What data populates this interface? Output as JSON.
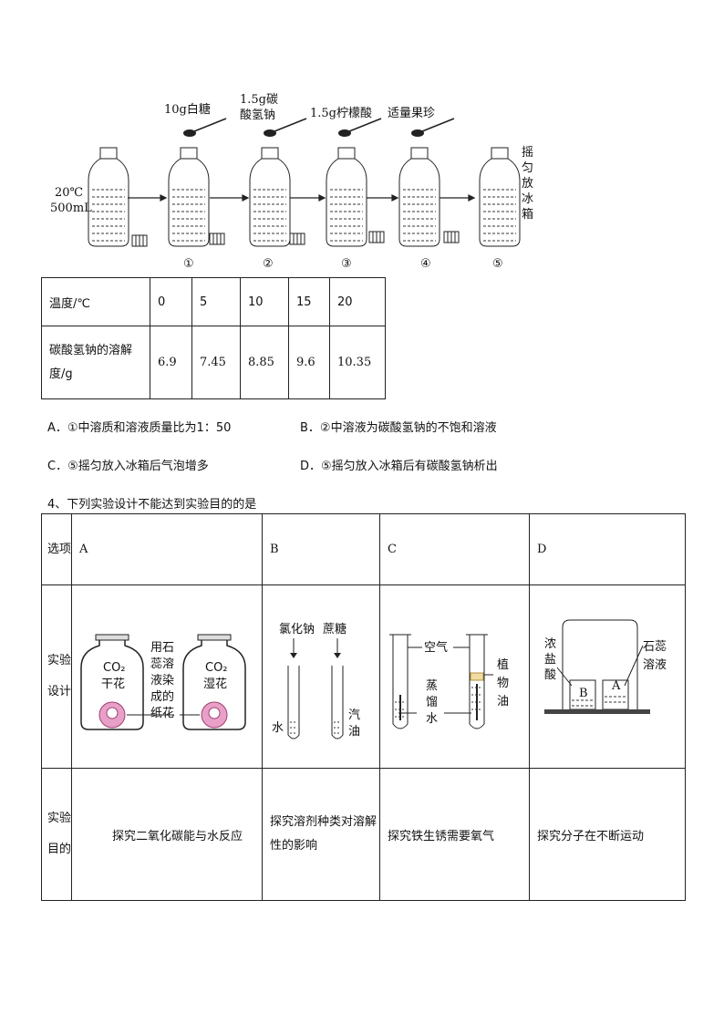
{
  "process": {
    "start_temp": "20℃",
    "start_volume": "500mL",
    "additions": [
      "10g白糖",
      "1.5g碳\n酸氢钠",
      "1.5g柠檬酸",
      "适量果珍"
    ],
    "step_numbers": [
      "①",
      "②",
      "③",
      "④",
      "⑤"
    ],
    "final_note": "摇匀放冰箱"
  },
  "solubility_table": {
    "row1_header": "温度/℃",
    "temps": [
      "0",
      "5",
      "10",
      "15",
      "20"
    ],
    "row2_header": "碳酸氢钠的溶解度/g",
    "solubility": [
      "6.9",
      "7.45",
      "8.85",
      "9.6",
      "10.35"
    ]
  },
  "q3_options": [
    "A．①中溶质和溶液质量比为1：50",
    "B．②中溶液为碳酸氢钠的不饱和溶液",
    "C．⑤摇匀放入冰箱后气泡增多",
    "D．⑤摇匀放入冰箱后有碳酸氢钠析出"
  ],
  "q4": {
    "question": "4、下列实验设计不能达到实验目的的是",
    "header_label": "选项",
    "options": [
      "A",
      "B",
      "C",
      "D"
    ],
    "design_label": "实验设计",
    "purpose_label": "实验目的",
    "purposes": [
      "探究二氧化碳能与水反应",
      "探究溶剂种类对溶解性的影响",
      "探究铁生锈需要氧气",
      "探究分子在不断运动"
    ],
    "figA": {
      "gas": "CO₂",
      "left": "干花",
      "right": "湿花",
      "note": "用石蕊溶液染成的纸花"
    },
    "figB": {
      "solute1": "氯化钠",
      "solute2": "蔗糖",
      "solvent1": "水",
      "solvent2": "汽油"
    },
    "figC": {
      "air": "空气",
      "water": "蒸馏水",
      "oil": "植物油"
    },
    "figD": {
      "acid": "浓盐酸",
      "indicator": "石蕊溶液",
      "beakerB": "B",
      "beakerA": "A"
    }
  }
}
